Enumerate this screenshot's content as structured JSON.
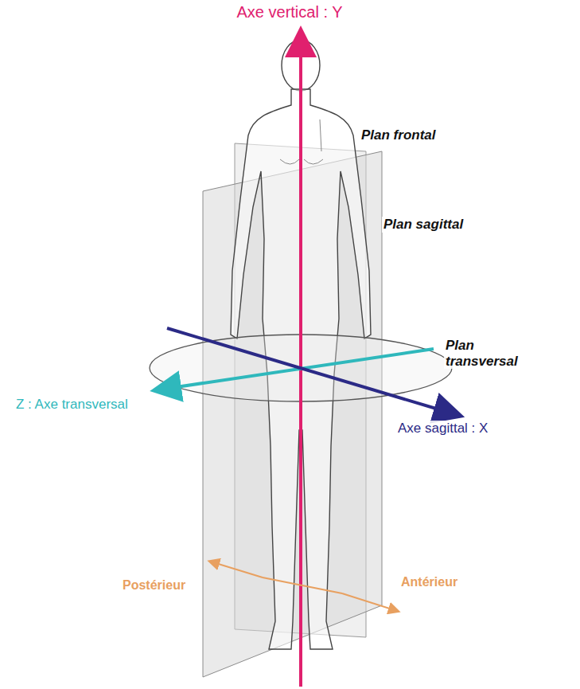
{
  "diagram": {
    "labels": [
      "Axe vertical : Y",
      "Plan frontal",
      "Plan sagittal",
      "Plan transversal",
      "Z : Axe transversal",
      "Axe sagittal : X",
      "Postérieur",
      "Antérieur"
    ]
  }
}
